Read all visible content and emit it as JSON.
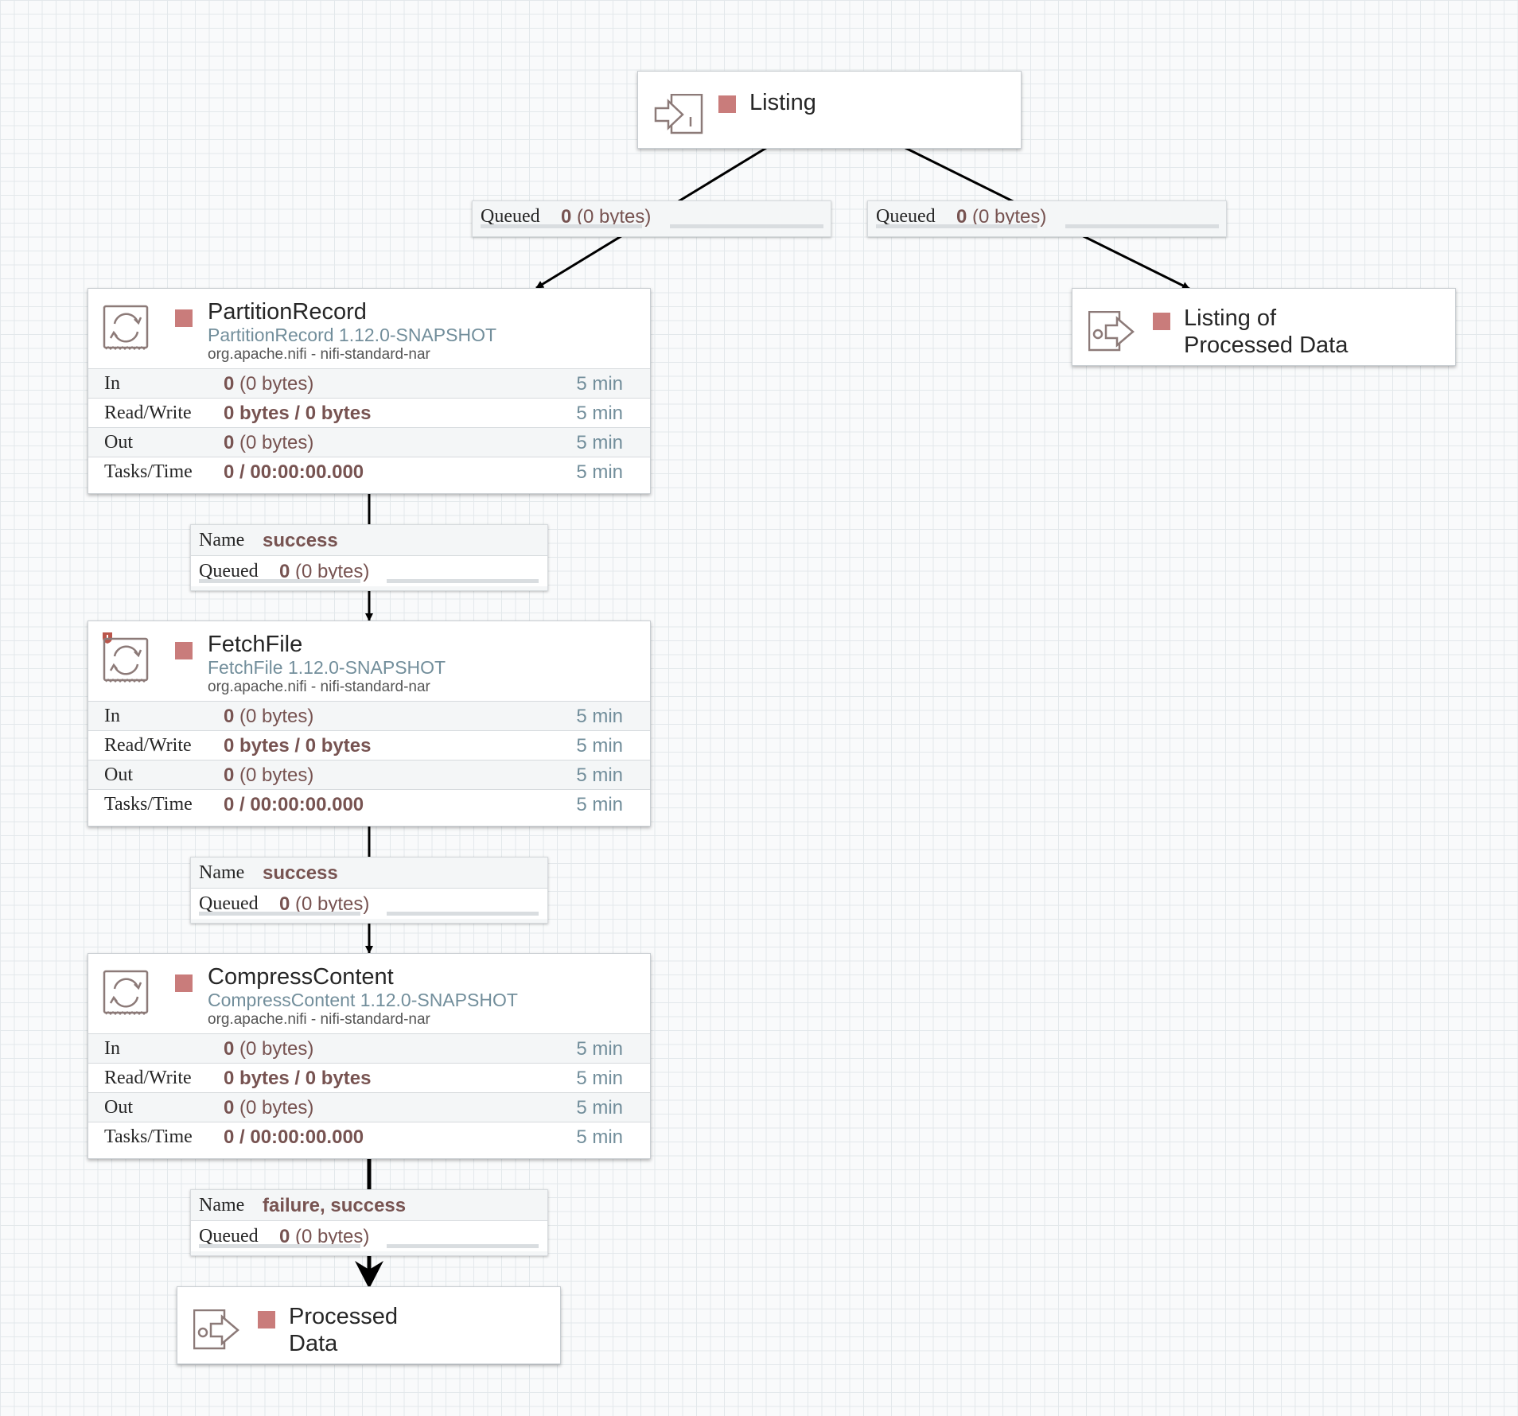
{
  "colors": {
    "stopped": "#c97c7b",
    "value": "#775351",
    "type_text": "#728e9b",
    "grid": "#e3e8eb"
  },
  "input_port": {
    "name": "Listing",
    "icon": "input-port-icon"
  },
  "output_ports": [
    {
      "name_line1": "Listing of",
      "name_line2": "Processed Data",
      "icon": "output-port-icon"
    },
    {
      "name_line1": "Processed",
      "name_line2": "Data",
      "icon": "output-port-icon"
    }
  ],
  "processors": [
    {
      "name": "PartitionRecord",
      "type": "PartitionRecord 1.12.0-SNAPSHOT",
      "bundle": "org.apache.nifi - nifi-standard-nar",
      "icon": "processor-icon",
      "restricted": false,
      "stats": [
        {
          "label": "In",
          "value_bold": "0",
          "value_rest": " (0 bytes)",
          "time": "5 min"
        },
        {
          "label": "Read/Write",
          "value_bold": "0 bytes / 0 bytes",
          "value_rest": "",
          "time": "5 min"
        },
        {
          "label": "Out",
          "value_bold": "0",
          "value_rest": " (0 bytes)",
          "time": "5 min"
        },
        {
          "label": "Tasks/Time",
          "value_bold": "0 / 00:00:00.000",
          "value_rest": "",
          "time": "5 min"
        }
      ]
    },
    {
      "name": "FetchFile",
      "type": "FetchFile 1.12.0-SNAPSHOT",
      "bundle": "org.apache.nifi - nifi-standard-nar",
      "icon": "processor-icon",
      "restricted": true,
      "stats": [
        {
          "label": "In",
          "value_bold": "0",
          "value_rest": " (0 bytes)",
          "time": "5 min"
        },
        {
          "label": "Read/Write",
          "value_bold": "0 bytes / 0 bytes",
          "value_rest": "",
          "time": "5 min"
        },
        {
          "label": "Out",
          "value_bold": "0",
          "value_rest": " (0 bytes)",
          "time": "5 min"
        },
        {
          "label": "Tasks/Time",
          "value_bold": "0 / 00:00:00.000",
          "value_rest": "",
          "time": "5 min"
        }
      ]
    },
    {
      "name": "CompressContent",
      "type": "CompressContent 1.12.0-SNAPSHOT",
      "bundle": "org.apache.nifi - nifi-standard-nar",
      "icon": "processor-icon",
      "restricted": false,
      "stats": [
        {
          "label": "In",
          "value_bold": "0",
          "value_rest": " (0 bytes)",
          "time": "5 min"
        },
        {
          "label": "Read/Write",
          "value_bold": "0 bytes / 0 bytes",
          "value_rest": "",
          "time": "5 min"
        },
        {
          "label": "Out",
          "value_bold": "0",
          "value_rest": " (0 bytes)",
          "time": "5 min"
        },
        {
          "label": "Tasks/Time",
          "value_bold": "0 / 00:00:00.000",
          "value_rest": "",
          "time": "5 min"
        }
      ]
    }
  ],
  "connections": [
    {
      "name_label": "",
      "name": "",
      "queued_label": "Queued",
      "queued_count": "0",
      "queued_size": "(0 bytes)"
    },
    {
      "name_label": "",
      "name": "",
      "queued_label": "Queued",
      "queued_count": "0",
      "queued_size": "(0 bytes)"
    },
    {
      "name_label": "Name",
      "name": "success",
      "queued_label": "Queued",
      "queued_count": "0",
      "queued_size": "(0 bytes)"
    },
    {
      "name_label": "Name",
      "name": "success",
      "queued_label": "Queued",
      "queued_count": "0",
      "queued_size": "(0 bytes)"
    },
    {
      "name_label": "Name",
      "name": "failure, success",
      "queued_label": "Queued",
      "queued_count": "0",
      "queued_size": "(0 bytes)"
    }
  ]
}
